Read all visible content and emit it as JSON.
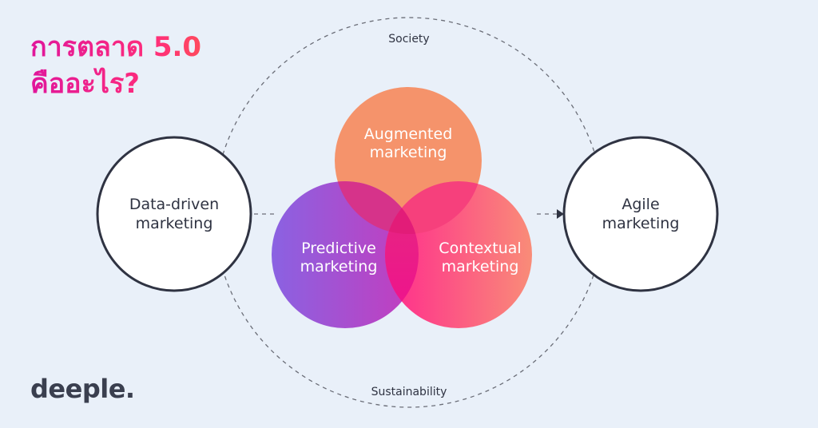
{
  "title": {
    "line1": "การตลาด 5.0",
    "line2": "คืออะไร?"
  },
  "diagram": {
    "outer_top_label": "Society",
    "outer_bottom_label": "Sustainability",
    "left_circle": {
      "line1": "Data-driven",
      "line2": "marketing"
    },
    "right_circle": {
      "line1": "Agile",
      "line2": "marketing"
    },
    "augmented": {
      "line1": "Augmented",
      "line2": "marketing"
    },
    "predictive": {
      "line1": "Predictive",
      "line2": "marketing"
    },
    "contextual": {
      "line1": "Contextual",
      "line2": "marketing"
    }
  },
  "logo": "deeple.",
  "colors": {
    "background": "#e9f0f9",
    "augmented": "#f4936a",
    "predictive_start": "#8a5fe0",
    "predictive_end": "#c33bbf",
    "contextual_start": "#ff2e8e",
    "contextual_end": "#f98a7a",
    "dark_text": "#2f3342"
  }
}
